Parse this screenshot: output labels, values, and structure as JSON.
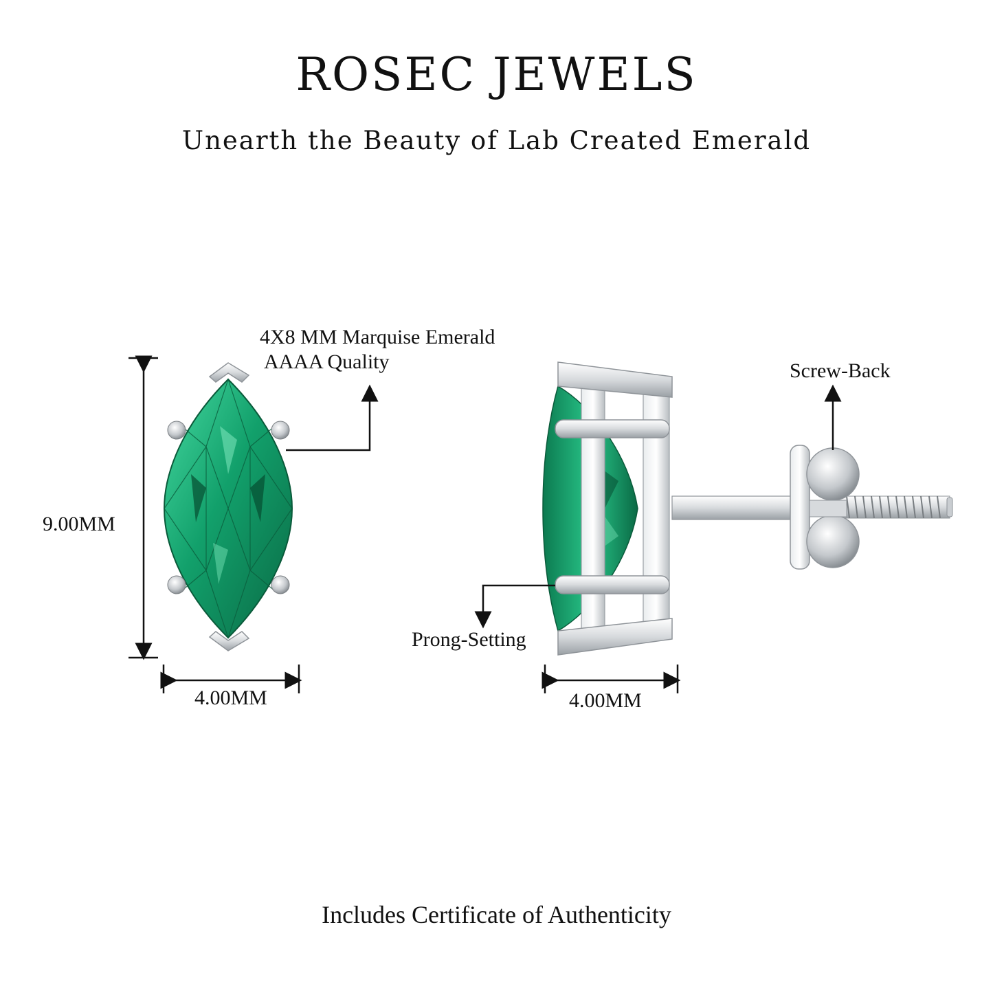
{
  "header": {
    "brand": "ROSEC JEWELS",
    "tagline": "Unearth the Beauty of Lab Created Emerald"
  },
  "front_view": {
    "stone_label_line1": "4X8 MM Marquise Emerald",
    "stone_label_line2": "AAAA Quality",
    "height_label": "9.00MM",
    "width_label": "4.00MM"
  },
  "side_view": {
    "back_label": "Screw-Back",
    "setting_label": "Prong-Setting",
    "width_label": "4.00MM"
  },
  "footer": {
    "note": "Includes Certificate of Authenticity"
  },
  "colors": {
    "emerald_dark": "#0b6b44",
    "emerald_mid": "#15a06a",
    "emerald_light": "#3fd39a",
    "metal_light": "#f4f5f6",
    "metal_mid": "#c9cdd1",
    "metal_dark": "#8f9499",
    "line": "#111111"
  }
}
